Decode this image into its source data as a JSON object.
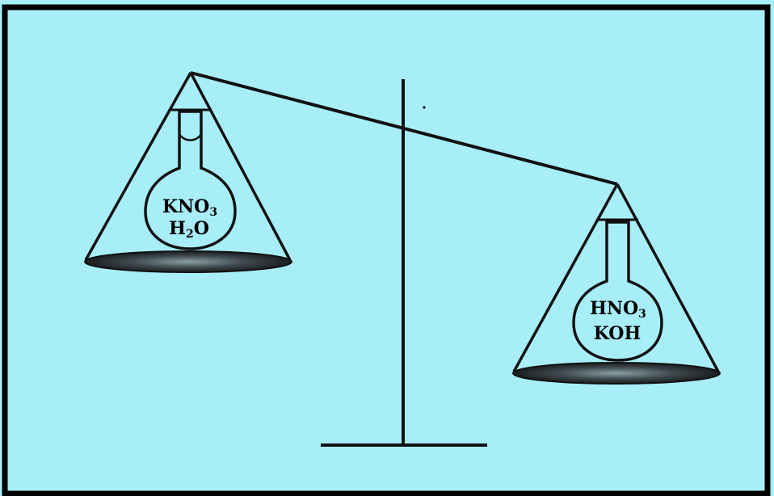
{
  "colors": {
    "background": "#a8eef8",
    "frame": "#000000",
    "line": "#111111",
    "pan": "#2a2f33",
    "pan_highlight": "#8aa0a6"
  },
  "left_flask": {
    "line1_prefix": "KNO",
    "line1_sub": "3",
    "line2_prefix": "H",
    "line2_sub": "2",
    "line2_suffix": "O"
  },
  "right_flask": {
    "line1_prefix": "HNO",
    "line1_sub": "3",
    "line2": "KOH"
  }
}
